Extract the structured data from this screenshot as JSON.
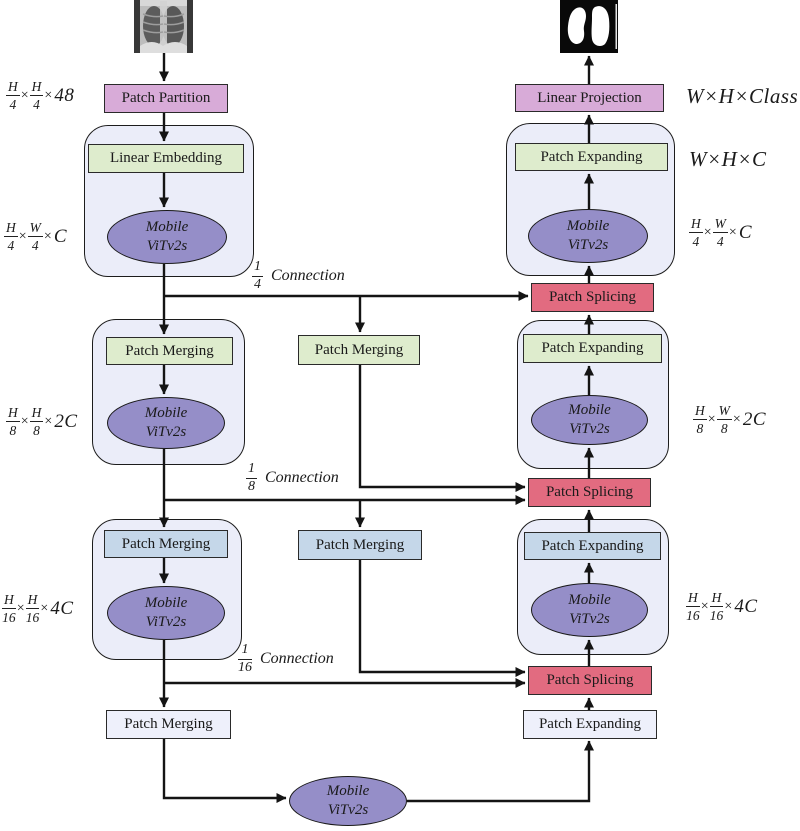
{
  "title": "MobileViTv2s U-Net segmentation architecture",
  "symbols": {
    "times": "×"
  },
  "colors": {
    "pink_box": "#d8abd8",
    "green_box": "#deeccd",
    "blue_box": "#c5d7e9",
    "white_box": "#eef0fb",
    "red_box": "#e26b80",
    "purple_ellipse": "#958ec8",
    "stage_container": "#ebedf9",
    "wire": "#141414"
  },
  "blocks": {
    "patch_partition": "Patch Partition",
    "linear_embedding": "Linear Embedding",
    "patch_merging": "Patch Merging",
    "patch_expanding": "Patch Expanding",
    "patch_splicing": "Patch Splicing",
    "linear_projection": "Linear Projection",
    "mobile_vit_line1": "Mobile",
    "mobile_vit_line2": "ViTv2s"
  },
  "dimension_labels": {
    "left": [
      {
        "n1": "H",
        "d1": "4",
        "n2": "H",
        "d2": "4",
        "tail": "48"
      },
      {
        "n1": "H",
        "d1": "4",
        "n2": "W",
        "d2": "4",
        "tail": "C"
      },
      {
        "n1": "H",
        "d1": "8",
        "n2": "H",
        "d2": "8",
        "tail": "2C"
      },
      {
        "n1": "H",
        "d1": "16",
        "n2": "H",
        "d2": "16",
        "tail": "4C"
      }
    ],
    "right": [
      {
        "text": "W×H×Class"
      },
      {
        "text": "W×H×C"
      },
      {
        "n1": "H",
        "d1": "4",
        "n2": "W",
        "d2": "4",
        "tail": "C"
      },
      {
        "n1": "H",
        "d1": "8",
        "n2": "W",
        "d2": "8",
        "tail": "2C"
      },
      {
        "n1": "H",
        "d1": "16",
        "n2": "H",
        "d2": "16",
        "tail": "4C"
      }
    ]
  },
  "connections": [
    {
      "num": "1",
      "den": "4",
      "label": "Connection"
    },
    {
      "num": "1",
      "den": "8",
      "label": "Connection"
    },
    {
      "num": "1",
      "den": "16",
      "label": "Connection"
    }
  ]
}
